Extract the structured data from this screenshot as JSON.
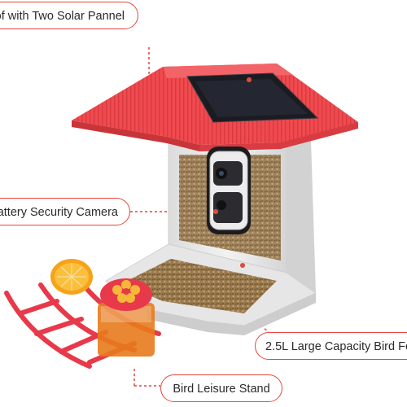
{
  "callouts": {
    "roof": "of with Two Solar Pannel",
    "camera": "Battery Security Camera",
    "capacity": "2.5L Large Capacity Bird Fe",
    "stand": "Bird Leisure Stand"
  },
  "colors": {
    "roof": "#f04a4f",
    "callout_border": "#e3473d",
    "body": "#ececec",
    "camera": "#e9e9e9",
    "seed": "#9c7a4a",
    "stand": "#e8394a",
    "orange": "#f7a21b"
  }
}
